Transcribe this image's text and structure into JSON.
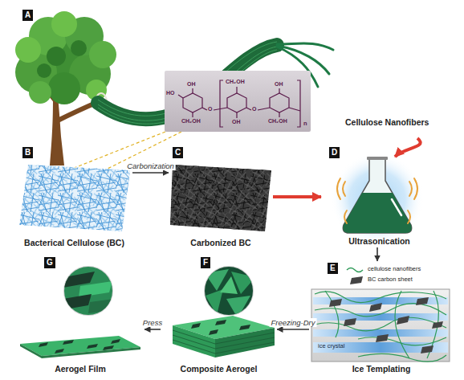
{
  "diagram": {
    "nodes": [
      {
        "text": [
          "A",
          "Cellulose Nanofibers"
        ]
      },
      {
        "text": [
          "B",
          "Bacterical Cellulose (BC)"
        ]
      },
      {
        "text": [
          "C",
          "Carbonized BC"
        ]
      },
      {
        "text": [
          "D",
          "Ultrasonication"
        ]
      },
      {
        "text": [
          "E",
          "Ice Templating"
        ]
      },
      {
        "text": [
          "F",
          "Composite Aerogel"
        ]
      },
      {
        "text": [
          "G",
          "Aerogel Film"
        ]
      }
    ],
    "edges": [
      {
        "from": 1,
        "to": 2,
        "label": "Carbonization",
        "arrow": "to"
      },
      {
        "from": 2,
        "to": 3,
        "arrow": "to"
      },
      {
        "from": 0,
        "to": 3,
        "arrow": "to"
      },
      {
        "from": 3,
        "to": 4,
        "arrow": "to"
      },
      {
        "from": 4,
        "to": 5,
        "label": "Freezing-Dry",
        "arrow": "to"
      },
      {
        "from": 5,
        "to": 6,
        "label": "Press",
        "arrow": "to"
      }
    ],
    "labels": [
      "HO",
      "OH",
      "CH₂OH",
      "O",
      "CH₂OH",
      "OH",
      "O",
      "OH",
      "CH₂OH",
      "n",
      "cellulose nanofibers",
      "BC carbon sheet",
      "ice crystal"
    ]
  }
}
